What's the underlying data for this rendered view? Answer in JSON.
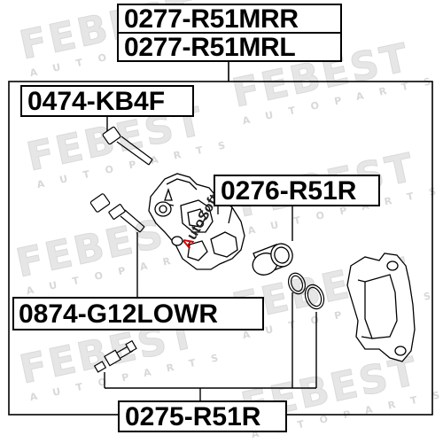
{
  "labels": {
    "top_1": "0277-R51MRR",
    "top_2": "0277-R51MRL",
    "bolt_upper": "0474-KB4F",
    "piston": "0276-R51R",
    "bolt_lower": "0874-G12LOWR",
    "repair_kit": "0275-R51R"
  },
  "watermark": {
    "brand": "FEBEST",
    "subtitle": "AUTOPARTS"
  },
  "overlay_watermark": {
    "part_a": "A",
    "part_b": "utoSoft"
  },
  "colors": {
    "line": "#000000",
    "watermark": "#e3e3e3",
    "overlay_red": "#cc0000"
  }
}
